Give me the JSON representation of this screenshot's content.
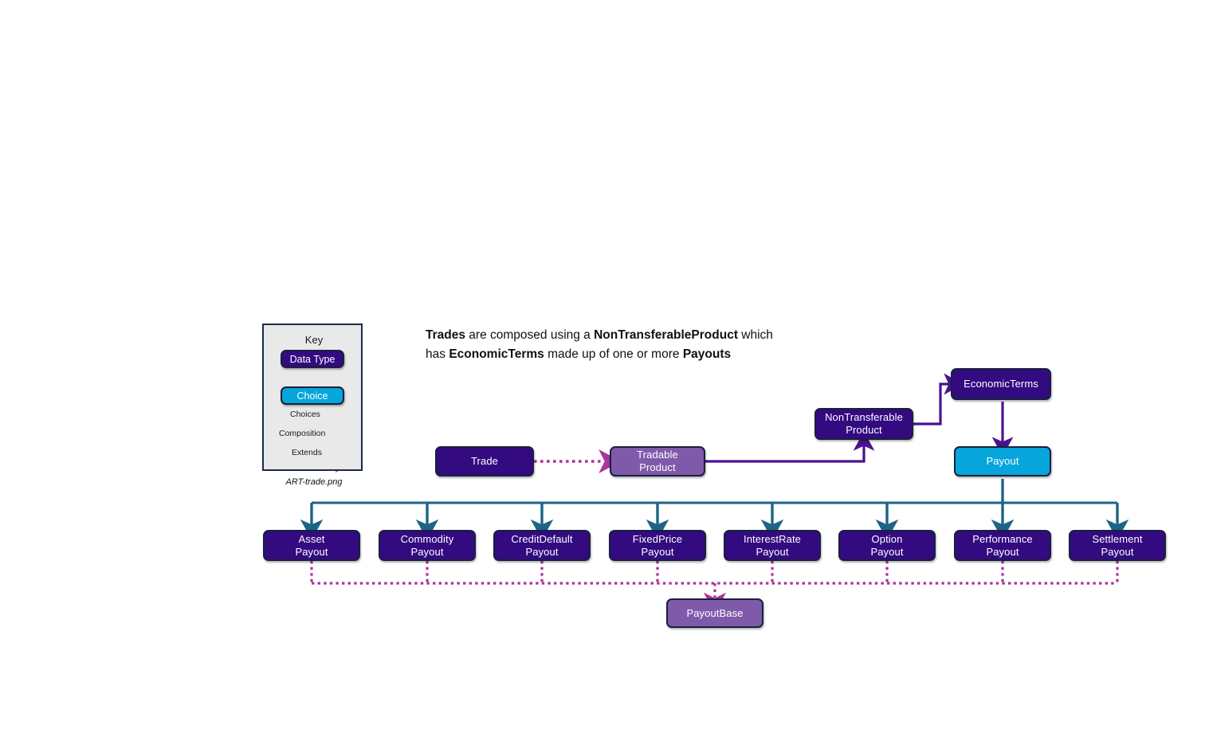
{
  "caption": "ART-trade.png",
  "title": {
    "line1_parts": [
      {
        "text": "Trades",
        "bold": true
      },
      {
        "text": " are composed using a ",
        "bold": false
      },
      {
        "text": "NonTransferableProduct",
        "bold": true
      },
      {
        "text": " which",
        "bold": false
      }
    ],
    "line2_parts": [
      {
        "text": "has ",
        "bold": false
      },
      {
        "text": "EconomicTerms",
        "bold": true
      },
      {
        "text": " made up of one or more ",
        "bold": false
      },
      {
        "text": "Payouts",
        "bold": true
      }
    ]
  },
  "key": {
    "title": "Key",
    "swatches": [
      {
        "label": "Data Type",
        "kind": "datatype"
      },
      {
        "label": "Choice",
        "kind": "choice"
      }
    ],
    "arrows": [
      {
        "label": "Choices",
        "style": "solid",
        "color": "#1d6487"
      },
      {
        "label": "Composition",
        "style": "solid",
        "color": "#4b1192"
      },
      {
        "label": "Extends",
        "style": "dotted",
        "color": "#ab3399"
      }
    ]
  },
  "colors": {
    "data_type": "#330a80",
    "choice": "#06a5db",
    "base_type": "#7f5aab",
    "choices_arrow": "#1d6487",
    "composition_arrow": "#4b1192",
    "extends_arrow": "#ab3399",
    "node_border": "#16213d",
    "key_background": "#e9e9e9",
    "key_border": "#1b2b46"
  },
  "nodes": {
    "trade": {
      "label": "Trade",
      "kind": "datatype"
    },
    "tradable_product": {
      "label": "Tradable\nProduct",
      "kind": "base"
    },
    "nontransferable_product": {
      "label": "NonTransferable\nProduct",
      "kind": "datatype"
    },
    "economic_terms": {
      "label": "EconomicTerms",
      "kind": "datatype"
    },
    "payout": {
      "label": "Payout",
      "kind": "choice"
    },
    "payout_base": {
      "label": "PayoutBase",
      "kind": "base"
    }
  },
  "payout_types": [
    {
      "label": "Asset\nPayout",
      "kind": "datatype"
    },
    {
      "label": "Commodity\nPayout",
      "kind": "datatype"
    },
    {
      "label": "CreditDefault\nPayout",
      "kind": "datatype"
    },
    {
      "label": "FixedPrice\nPayout",
      "kind": "datatype"
    },
    {
      "label": "InterestRate\nPayout",
      "kind": "datatype"
    },
    {
      "label": "Option\nPayout",
      "kind": "datatype"
    },
    {
      "label": "Performance\nPayout",
      "kind": "datatype"
    },
    {
      "label": "Settlement\nPayout",
      "kind": "datatype"
    }
  ],
  "relationships": [
    {
      "from": "Trade",
      "to": "TradableProduct",
      "type": "Extends"
    },
    {
      "from": "TradableProduct",
      "to": "NonTransferableProduct",
      "type": "Composition"
    },
    {
      "from": "NonTransferableProduct",
      "to": "EconomicTerms",
      "type": "Composition"
    },
    {
      "from": "EconomicTerms",
      "to": "Payout",
      "type": "Composition"
    },
    {
      "from": "Payout",
      "to": "AssetPayout",
      "type": "Choices"
    },
    {
      "from": "Payout",
      "to": "CommodityPayout",
      "type": "Choices"
    },
    {
      "from": "Payout",
      "to": "CreditDefaultPayout",
      "type": "Choices"
    },
    {
      "from": "Payout",
      "to": "FixedPricePayout",
      "type": "Choices"
    },
    {
      "from": "Payout",
      "to": "InterestRatePayout",
      "type": "Choices"
    },
    {
      "from": "Payout",
      "to": "OptionPayout",
      "type": "Choices"
    },
    {
      "from": "Payout",
      "to": "PerformancePayout",
      "type": "Choices"
    },
    {
      "from": "Payout",
      "to": "SettlementPayout",
      "type": "Choices"
    },
    {
      "from": "AssetPayout",
      "to": "PayoutBase",
      "type": "Extends"
    },
    {
      "from": "CommodityPayout",
      "to": "PayoutBase",
      "type": "Extends"
    },
    {
      "from": "CreditDefaultPayout",
      "to": "PayoutBase",
      "type": "Extends"
    },
    {
      "from": "FixedPricePayout",
      "to": "PayoutBase",
      "type": "Extends"
    },
    {
      "from": "InterestRatePayout",
      "to": "PayoutBase",
      "type": "Extends"
    },
    {
      "from": "OptionPayout",
      "to": "PayoutBase",
      "type": "Extends"
    },
    {
      "from": "PerformancePayout",
      "to": "PayoutBase",
      "type": "Extends"
    },
    {
      "from": "SettlementPayout",
      "to": "PayoutBase",
      "type": "Extends"
    }
  ]
}
